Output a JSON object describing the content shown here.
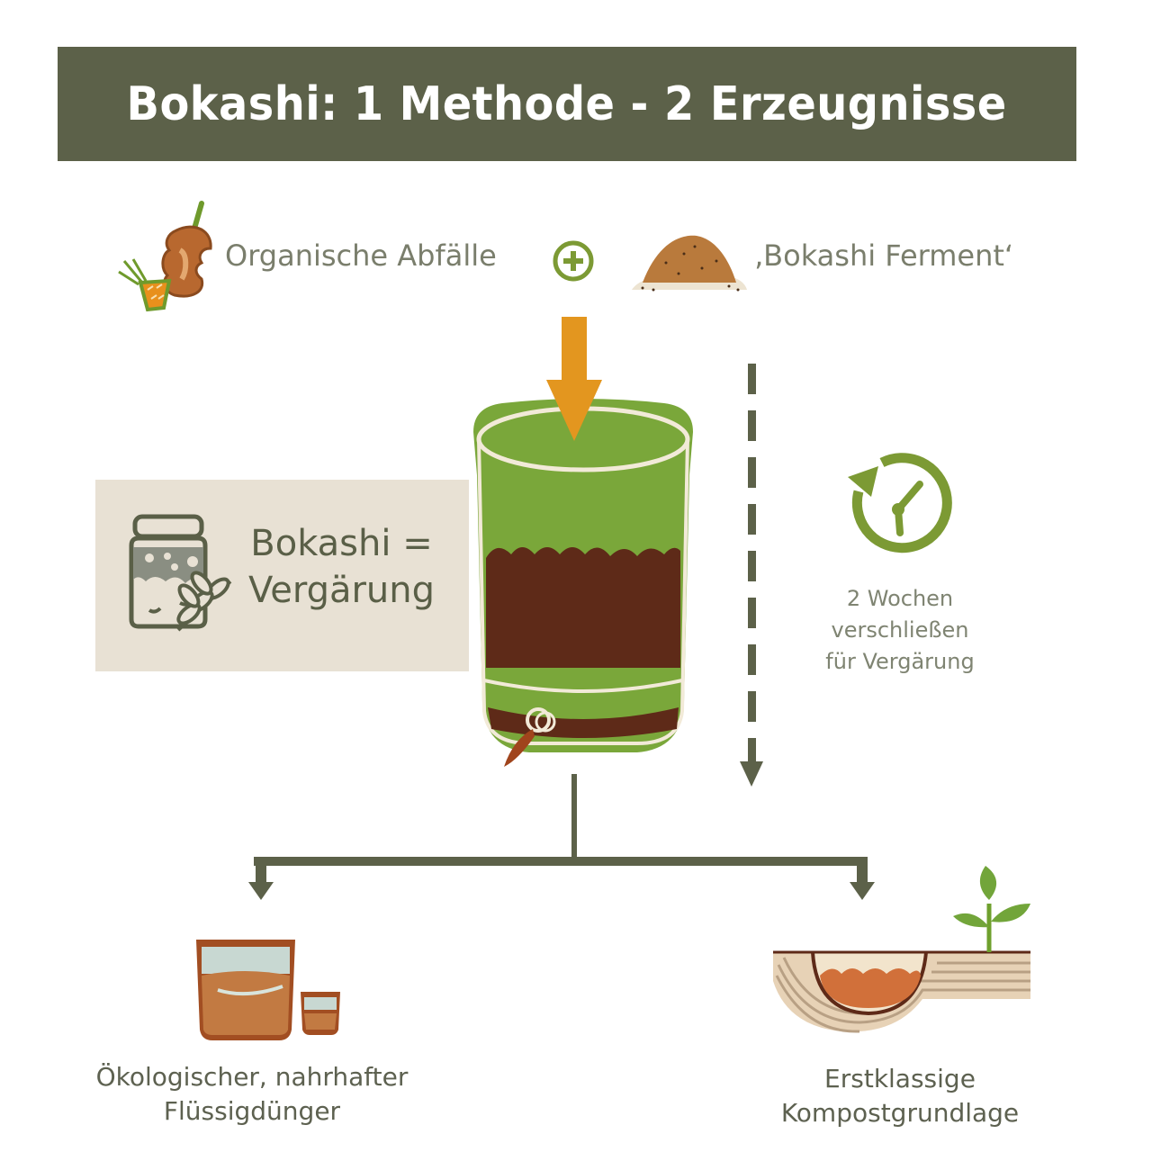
{
  "header": {
    "title": "Bokashi: 1 Methode - 2 Erzeugnisse",
    "background_color": "#5c6149"
  },
  "inputs": {
    "left_label": "Organische Abfälle",
    "left_icon": "apple-core-and-vegetable-scraps-icon",
    "operator_icon": "plus-circle-icon",
    "right_label": "‚Bokashi Ferment‘",
    "right_icon": "bran-pile-icon"
  },
  "definition": {
    "line1": "Bokashi =",
    "line2": "Vergärung",
    "icon": "fermenting-jar-with-grain-icon"
  },
  "bucket": {
    "icon": "bokashi-bucket-icon",
    "input_arrow_color": "#e3961f"
  },
  "timer": {
    "icon": "clock-cycle-icon",
    "line1": "2 Wochen",
    "line2": "verschließen",
    "line3": "für Vergärung"
  },
  "outputs": [
    {
      "line1": "Ökologischer, nahrhafter",
      "line2": "Flüssigdünger",
      "icon": "liquid-fertilizer-glasses-icon"
    },
    {
      "line1": "Erstklassige",
      "line2": "Kompostgrundlage",
      "icon": "soil-with-compost-and-seedling-icon"
    }
  ],
  "colors": {
    "arrow_dark": "#5c6149",
    "accent_green": "#7c9a34",
    "bucket_green": "#7aa73a",
    "compost_brown": "#5e2a18",
    "orange": "#e3961f"
  }
}
